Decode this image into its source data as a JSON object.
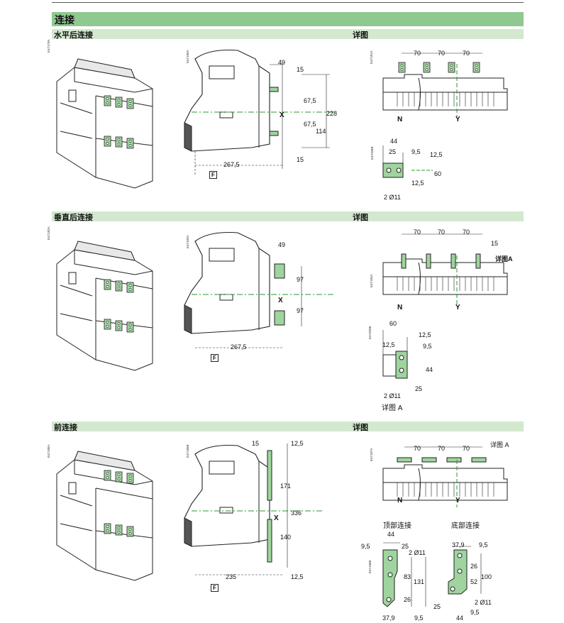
{
  "header": {
    "title": "连接"
  },
  "sections": [
    {
      "left_title": "水平后连接",
      "right_title": "详图",
      "codes": {
        "iso": "E47179A",
        "side": "E47180A",
        "front": "E47181A",
        "detail": "E47208B"
      },
      "dims": {
        "d49": "49",
        "d15a": "15",
        "d675a": "67,5",
        "d228": "228",
        "x": "X",
        "d675b": "67,5",
        "d114": "114",
        "d15b": "15",
        "d2675": "267,5",
        "f": "F",
        "d70a": "70",
        "d70b": "70",
        "d70c": "70",
        "n": "N",
        "y": "Y",
        "d44": "44",
        "d25": "25",
        "d95": "9,5",
        "d125a": "12,5",
        "d60": "60",
        "d125b": "12,5",
        "hole": "2 Ø11"
      }
    },
    {
      "left_title": "垂直后连接",
      "right_title": "详图",
      "codes": {
        "iso": "E47182A",
        "side": "E47183A",
        "front": "E47184A",
        "detail": "E47209B"
      },
      "dims": {
        "d49": "49",
        "d97a": "97",
        "x": "X",
        "d97b": "97",
        "d2675": "267,5",
        "f": "F",
        "d70a": "70",
        "d70b": "70",
        "d70c": "70",
        "d15": "15",
        "detail_a": "详图A",
        "n": "N",
        "y": "Y",
        "d60": "60",
        "d125a": "12,5",
        "d125b": "12,5",
        "d95": "9,5",
        "d44": "44",
        "d25": "25",
        "hole": "2 Ø11",
        "caption": "详图 A"
      }
    },
    {
      "left_title": "前连接",
      "right_title": "详图",
      "codes": {
        "iso": "E47185A",
        "side": "E47186B",
        "front": "E47187A",
        "detail": "E47188B"
      },
      "dims": {
        "d15": "15",
        "d125a": "12,5",
        "d171": "171",
        "d336": "336",
        "x": "X",
        "d140": "140",
        "d125b": "12,5",
        "d235": "235",
        "f": "F",
        "d70a": "70",
        "d70b": "70",
        "d70c": "70",
        "detail_a": "详图 A",
        "n": "N",
        "y": "Y",
        "top_title": "顶部连接",
        "bottom_title": "底部连接",
        "t44": "44",
        "t95": "9,5",
        "t25": "25",
        "thole": "2 Ø11",
        "t83": "83",
        "t131": "131",
        "t26": "26",
        "t379": "37,9",
        "t95b": "9,5",
        "b379": "37,9",
        "b95": "9,5",
        "b26": "26",
        "b52": "52",
        "b100": "100",
        "bhole": "2 Ø11",
        "b25": "25",
        "b95b": "9,5",
        "b44": "44"
      }
    }
  ]
}
